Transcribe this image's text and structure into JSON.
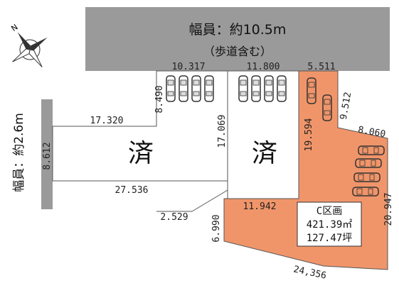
{
  "top_road": {
    "width_label": "幅員：約10.5m",
    "sub_label": "（歩道含む）",
    "color": "#9a9a9a"
  },
  "side_road": {
    "width_label": "幅員：約2.6m",
    "color": "#9a9a9a"
  },
  "compass": {
    "north_label": "N",
    "icon": "north-arrow-compass-rose"
  },
  "lots": {
    "left": {
      "label": "済"
    },
    "middle": {
      "label": "済"
    },
    "c": {
      "name": "C区画",
      "area_sqm": "421.39㎡",
      "area_tsubo": "127.47坪",
      "fill_color": "#f0956a"
    }
  },
  "dimensions": {
    "front_left": "10.317",
    "front_middle": "11.800",
    "front_c": "5.511",
    "left_depth_top": "8.490",
    "left_top_edge": "17.320",
    "left_bottom_edge": "27.536",
    "left_side": "8.612",
    "middle_side": "17.069",
    "c_inner_side": "19.594",
    "c_diagonal_1": "9.512",
    "c_diagonal_2": "8.060",
    "c_right_side": "20.947",
    "c_bottom": "24,356",
    "c_left_side": "6.990",
    "c_top_edge": "11.942",
    "small_diag": "2.529"
  },
  "parking": {
    "icon": "car-icon",
    "color": "#333333"
  }
}
